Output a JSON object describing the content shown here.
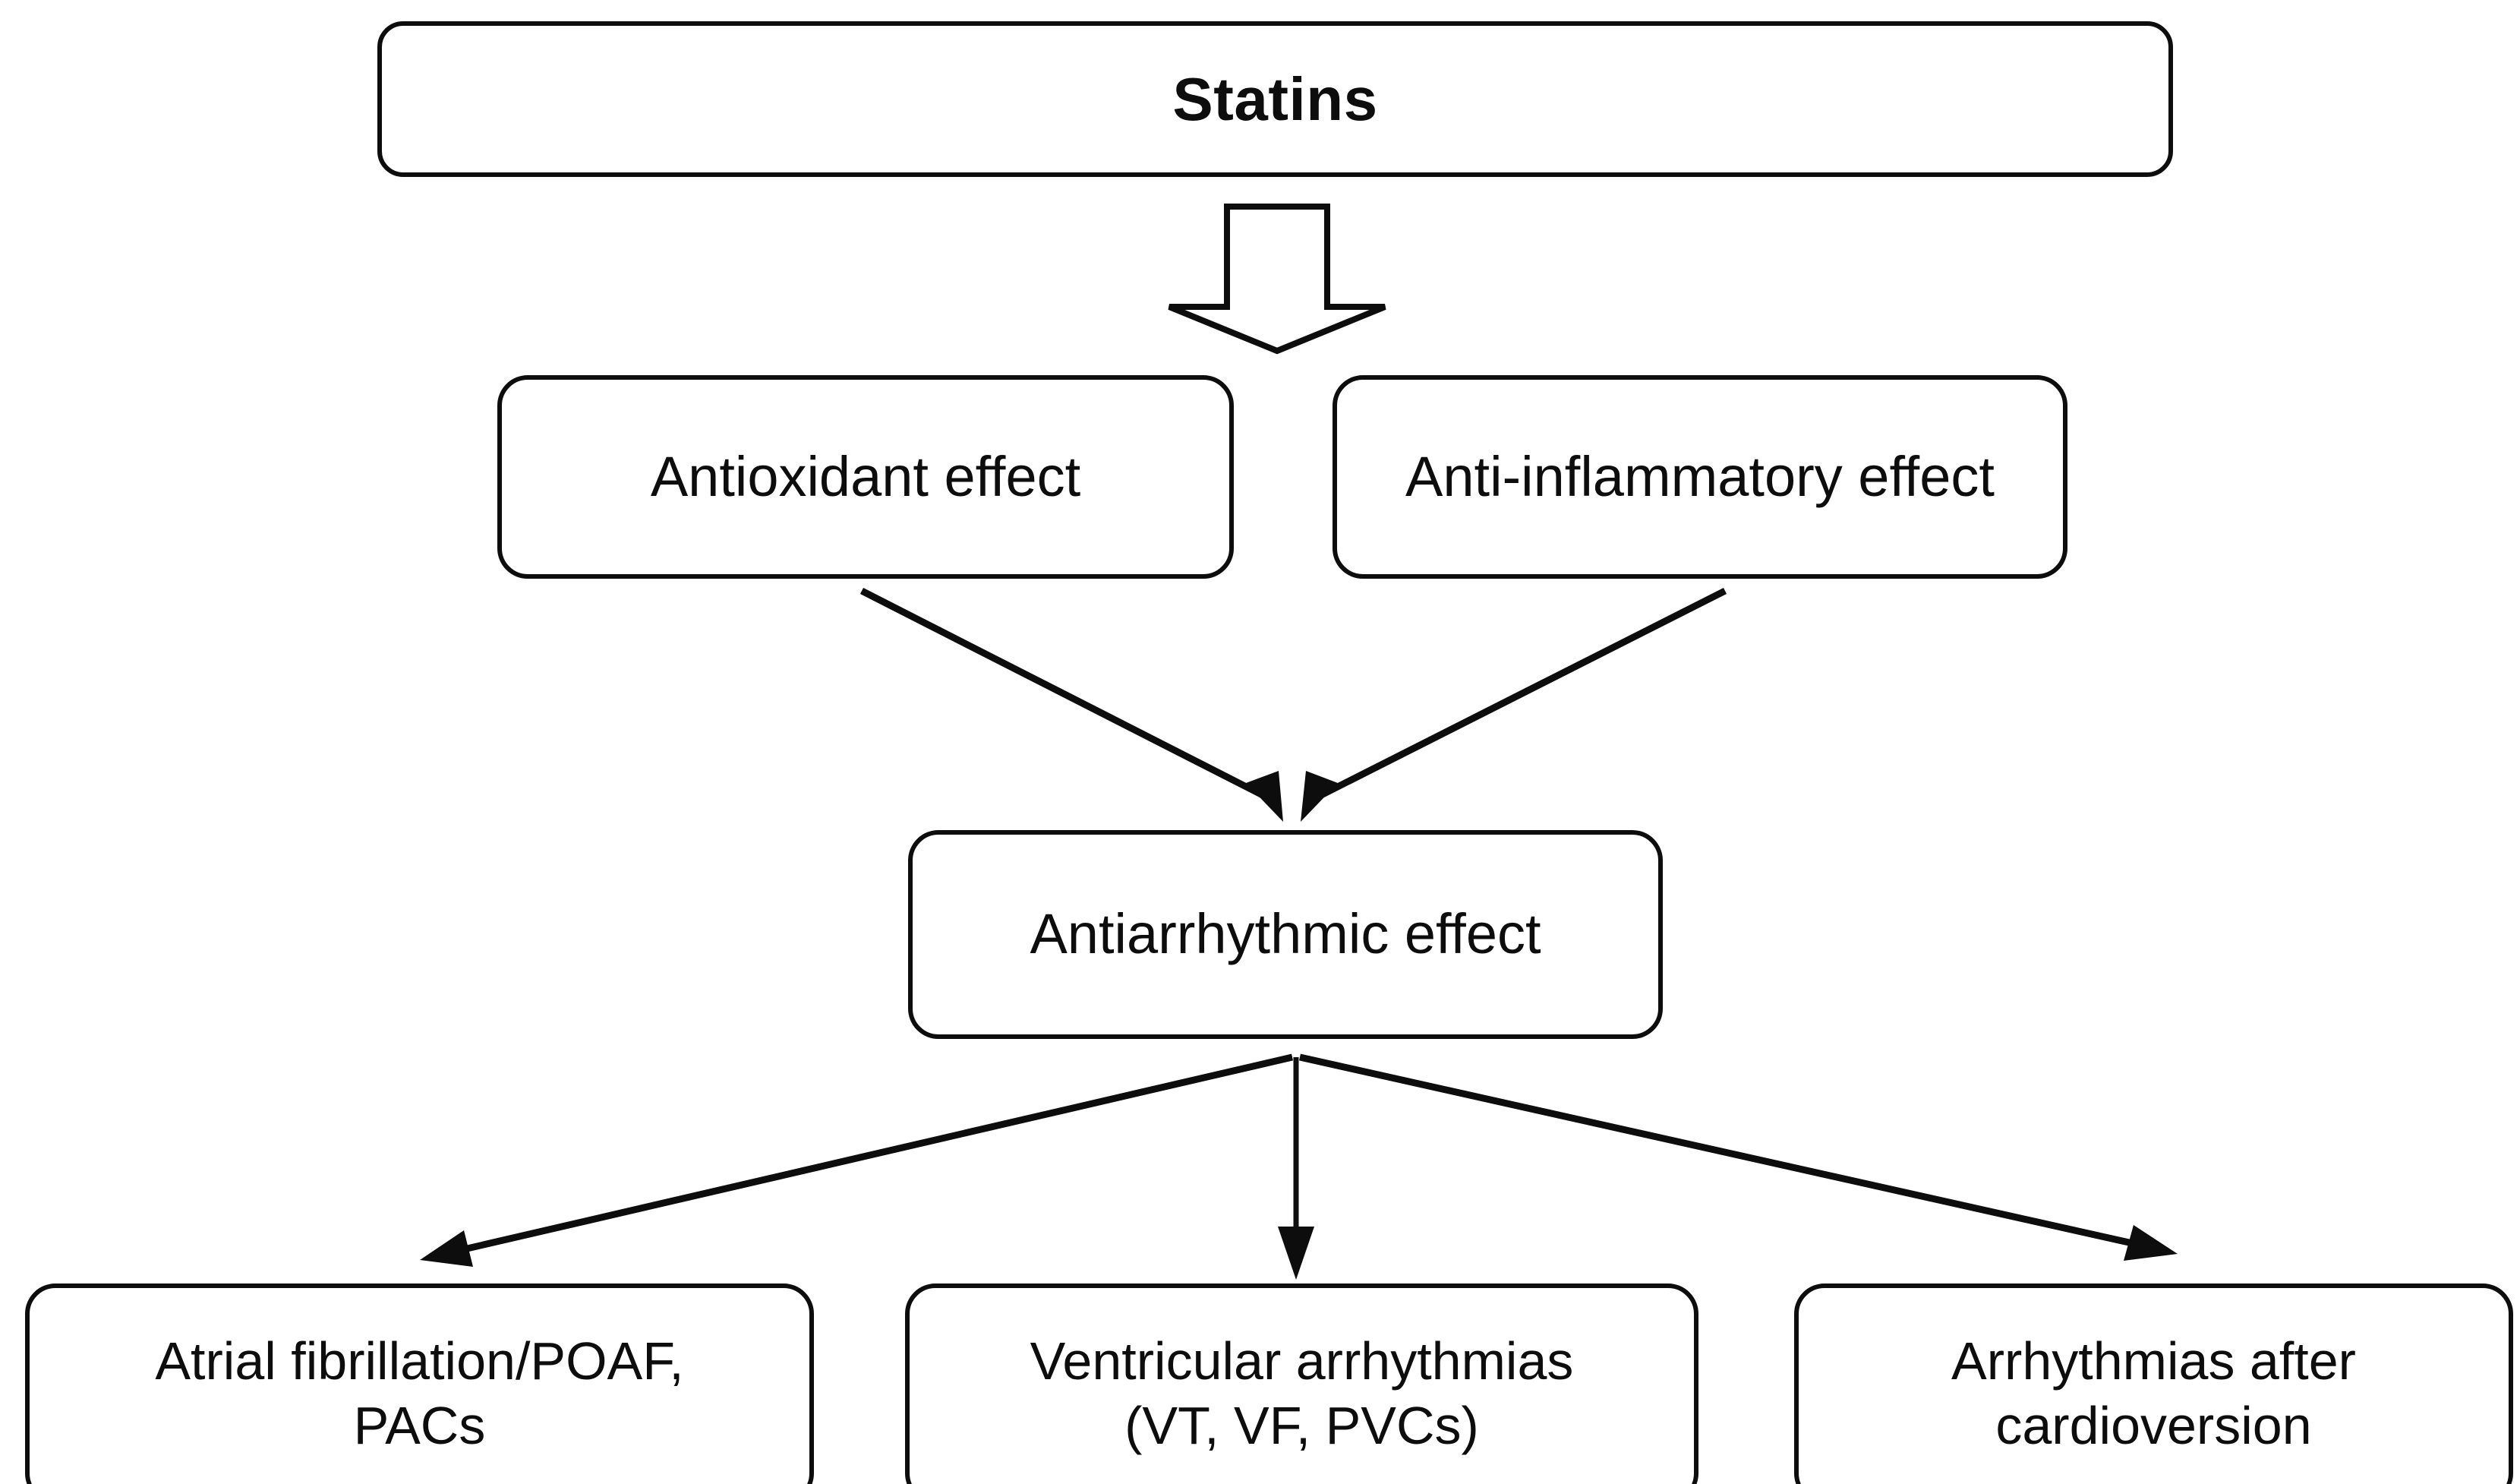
{
  "diagram": {
    "title": "Statins antiarrhythmic effect flowchart",
    "colors": {
      "stroke": "#0d0d0d",
      "fill": "#ffffff",
      "text": "#0d0d0d"
    },
    "nodes": {
      "statins": {
        "label": "Statins"
      },
      "antioxidant": {
        "label": "Antioxidant effect"
      },
      "antiinflammatory": {
        "label": "Anti-inflammatory effect"
      },
      "antiarrhythmic": {
        "label": "Antiarrhythmic effect"
      },
      "atrial_fibrillation": {
        "label": "Atrial fibrillation/POAF,\nPACs"
      },
      "ventricular_arrhythmias": {
        "label": "Ventricular arrhythmias\n(VT, VF, PVCs)"
      },
      "cardioversion": {
        "label": "Arrhythmias after\ncardioversion"
      }
    },
    "connectors": [
      {
        "name": "statins-to-effects",
        "kind": "block-arrow-down",
        "from": "statins",
        "to": "antioxidant,antiinflammatory"
      },
      {
        "name": "antioxidant-to-antiarrhythmic",
        "kind": "line-arrow",
        "from": "antioxidant",
        "to": "antiarrhythmic"
      },
      {
        "name": "antiinflammatory-to-antiarrhythmic",
        "kind": "line-arrow",
        "from": "antiinflammatory",
        "to": "antiarrhythmic"
      },
      {
        "name": "antiarrhythmic-to-atrial-fibrillation",
        "kind": "line-arrow",
        "from": "antiarrhythmic",
        "to": "atrial_fibrillation"
      },
      {
        "name": "antiarrhythmic-to-ventricular-arrhythmias",
        "kind": "line-arrow",
        "from": "antiarrhythmic",
        "to": "ventricular_arrhythmias"
      },
      {
        "name": "antiarrhythmic-to-cardioversion",
        "kind": "line-arrow",
        "from": "antiarrhythmic",
        "to": "cardioversion"
      }
    ]
  }
}
